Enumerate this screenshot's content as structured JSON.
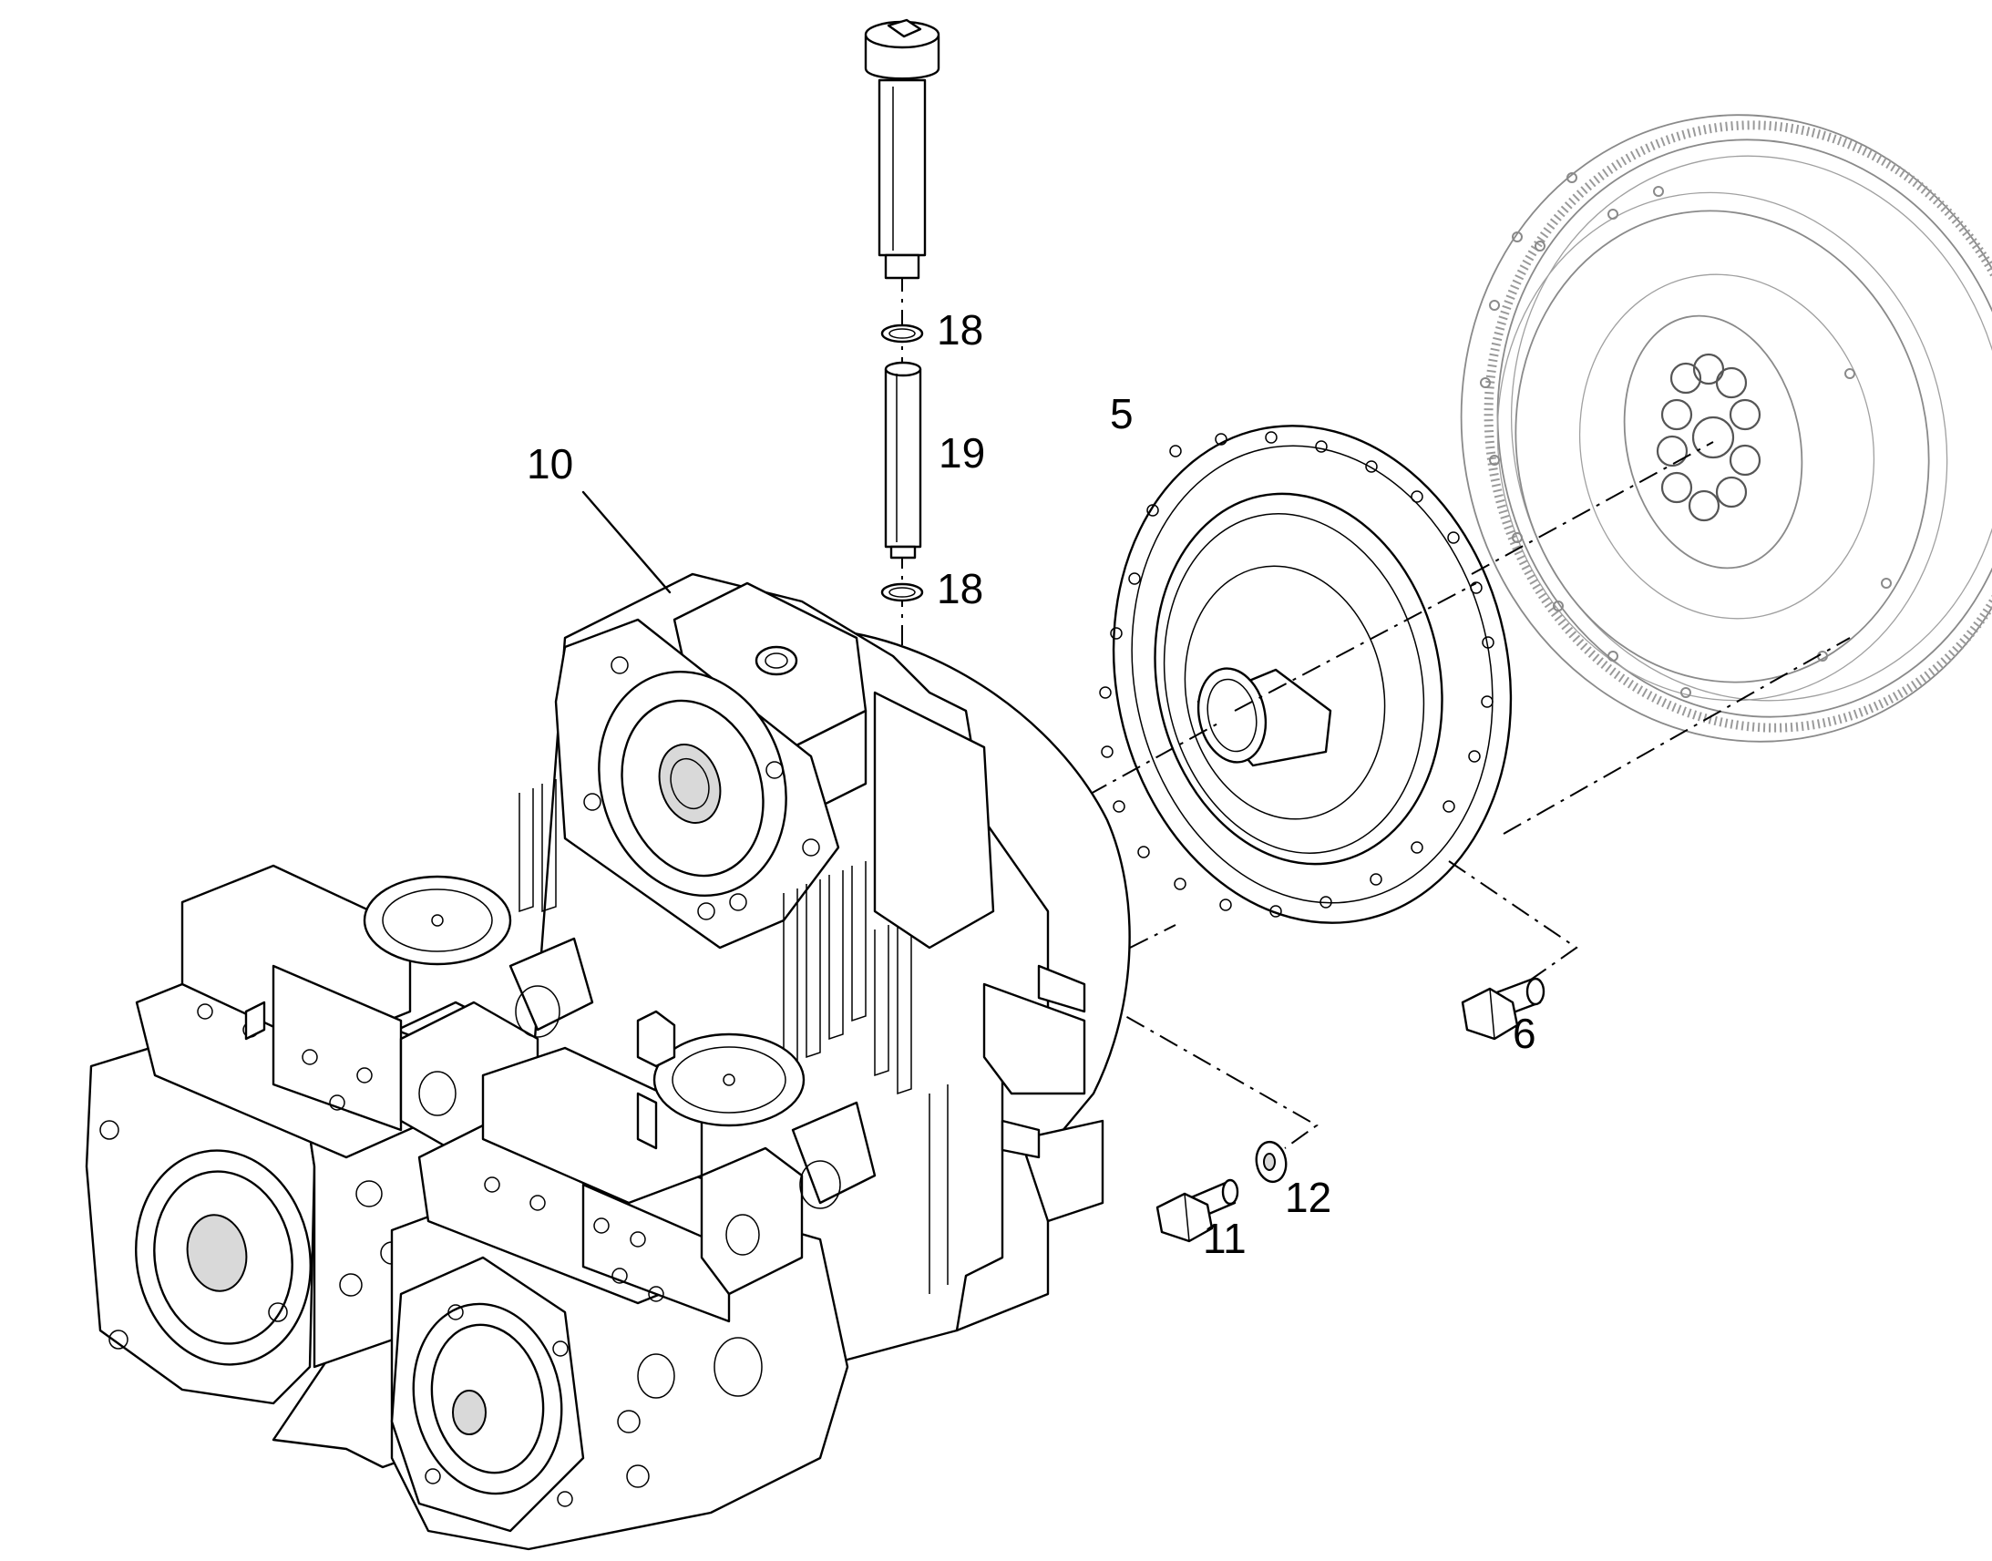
{
  "callouts": {
    "c18a": "18",
    "c19": "19",
    "c18b": "18",
    "c10": "10",
    "c5": "5",
    "c6": "6",
    "c11": "11",
    "c12": "12"
  }
}
